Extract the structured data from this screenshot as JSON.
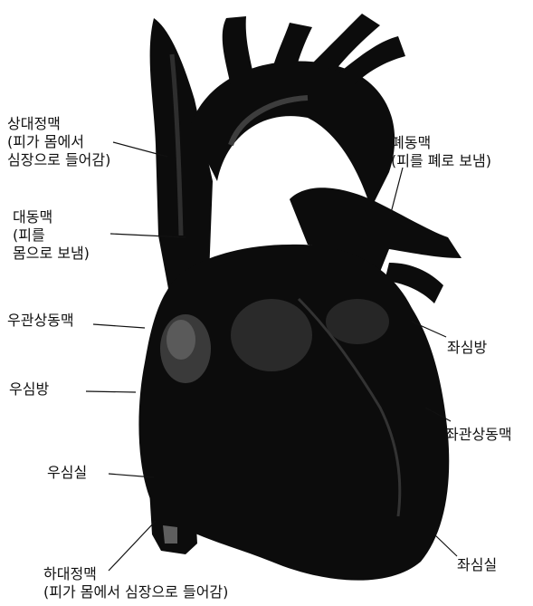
{
  "labels": {
    "svc": [
      "상대정맥",
      "(피가 몸에서",
      "심장으로 들어감)"
    ],
    "aorta": [
      "대동맥",
      "(피를",
      "몸으로 보냄)"
    ],
    "rca": [
      "우관상동맥"
    ],
    "ra": [
      "우심방"
    ],
    "rv": [
      "우심실"
    ],
    "ivc": [
      "하대정맥",
      "(피가 몸에서 심장으로 들어감)"
    ],
    "pa": [
      "폐동맥",
      "(피를 폐로 보냄)"
    ],
    "la": [
      "좌심방"
    ],
    "lca": [
      "좌관상동맥"
    ],
    "lv": [
      "좌심실"
    ]
  },
  "colors": {
    "heart": "#0c0c0c",
    "shade": "#3a3a3a",
    "highlight": "#6b6b6b",
    "line": "#111111"
  }
}
